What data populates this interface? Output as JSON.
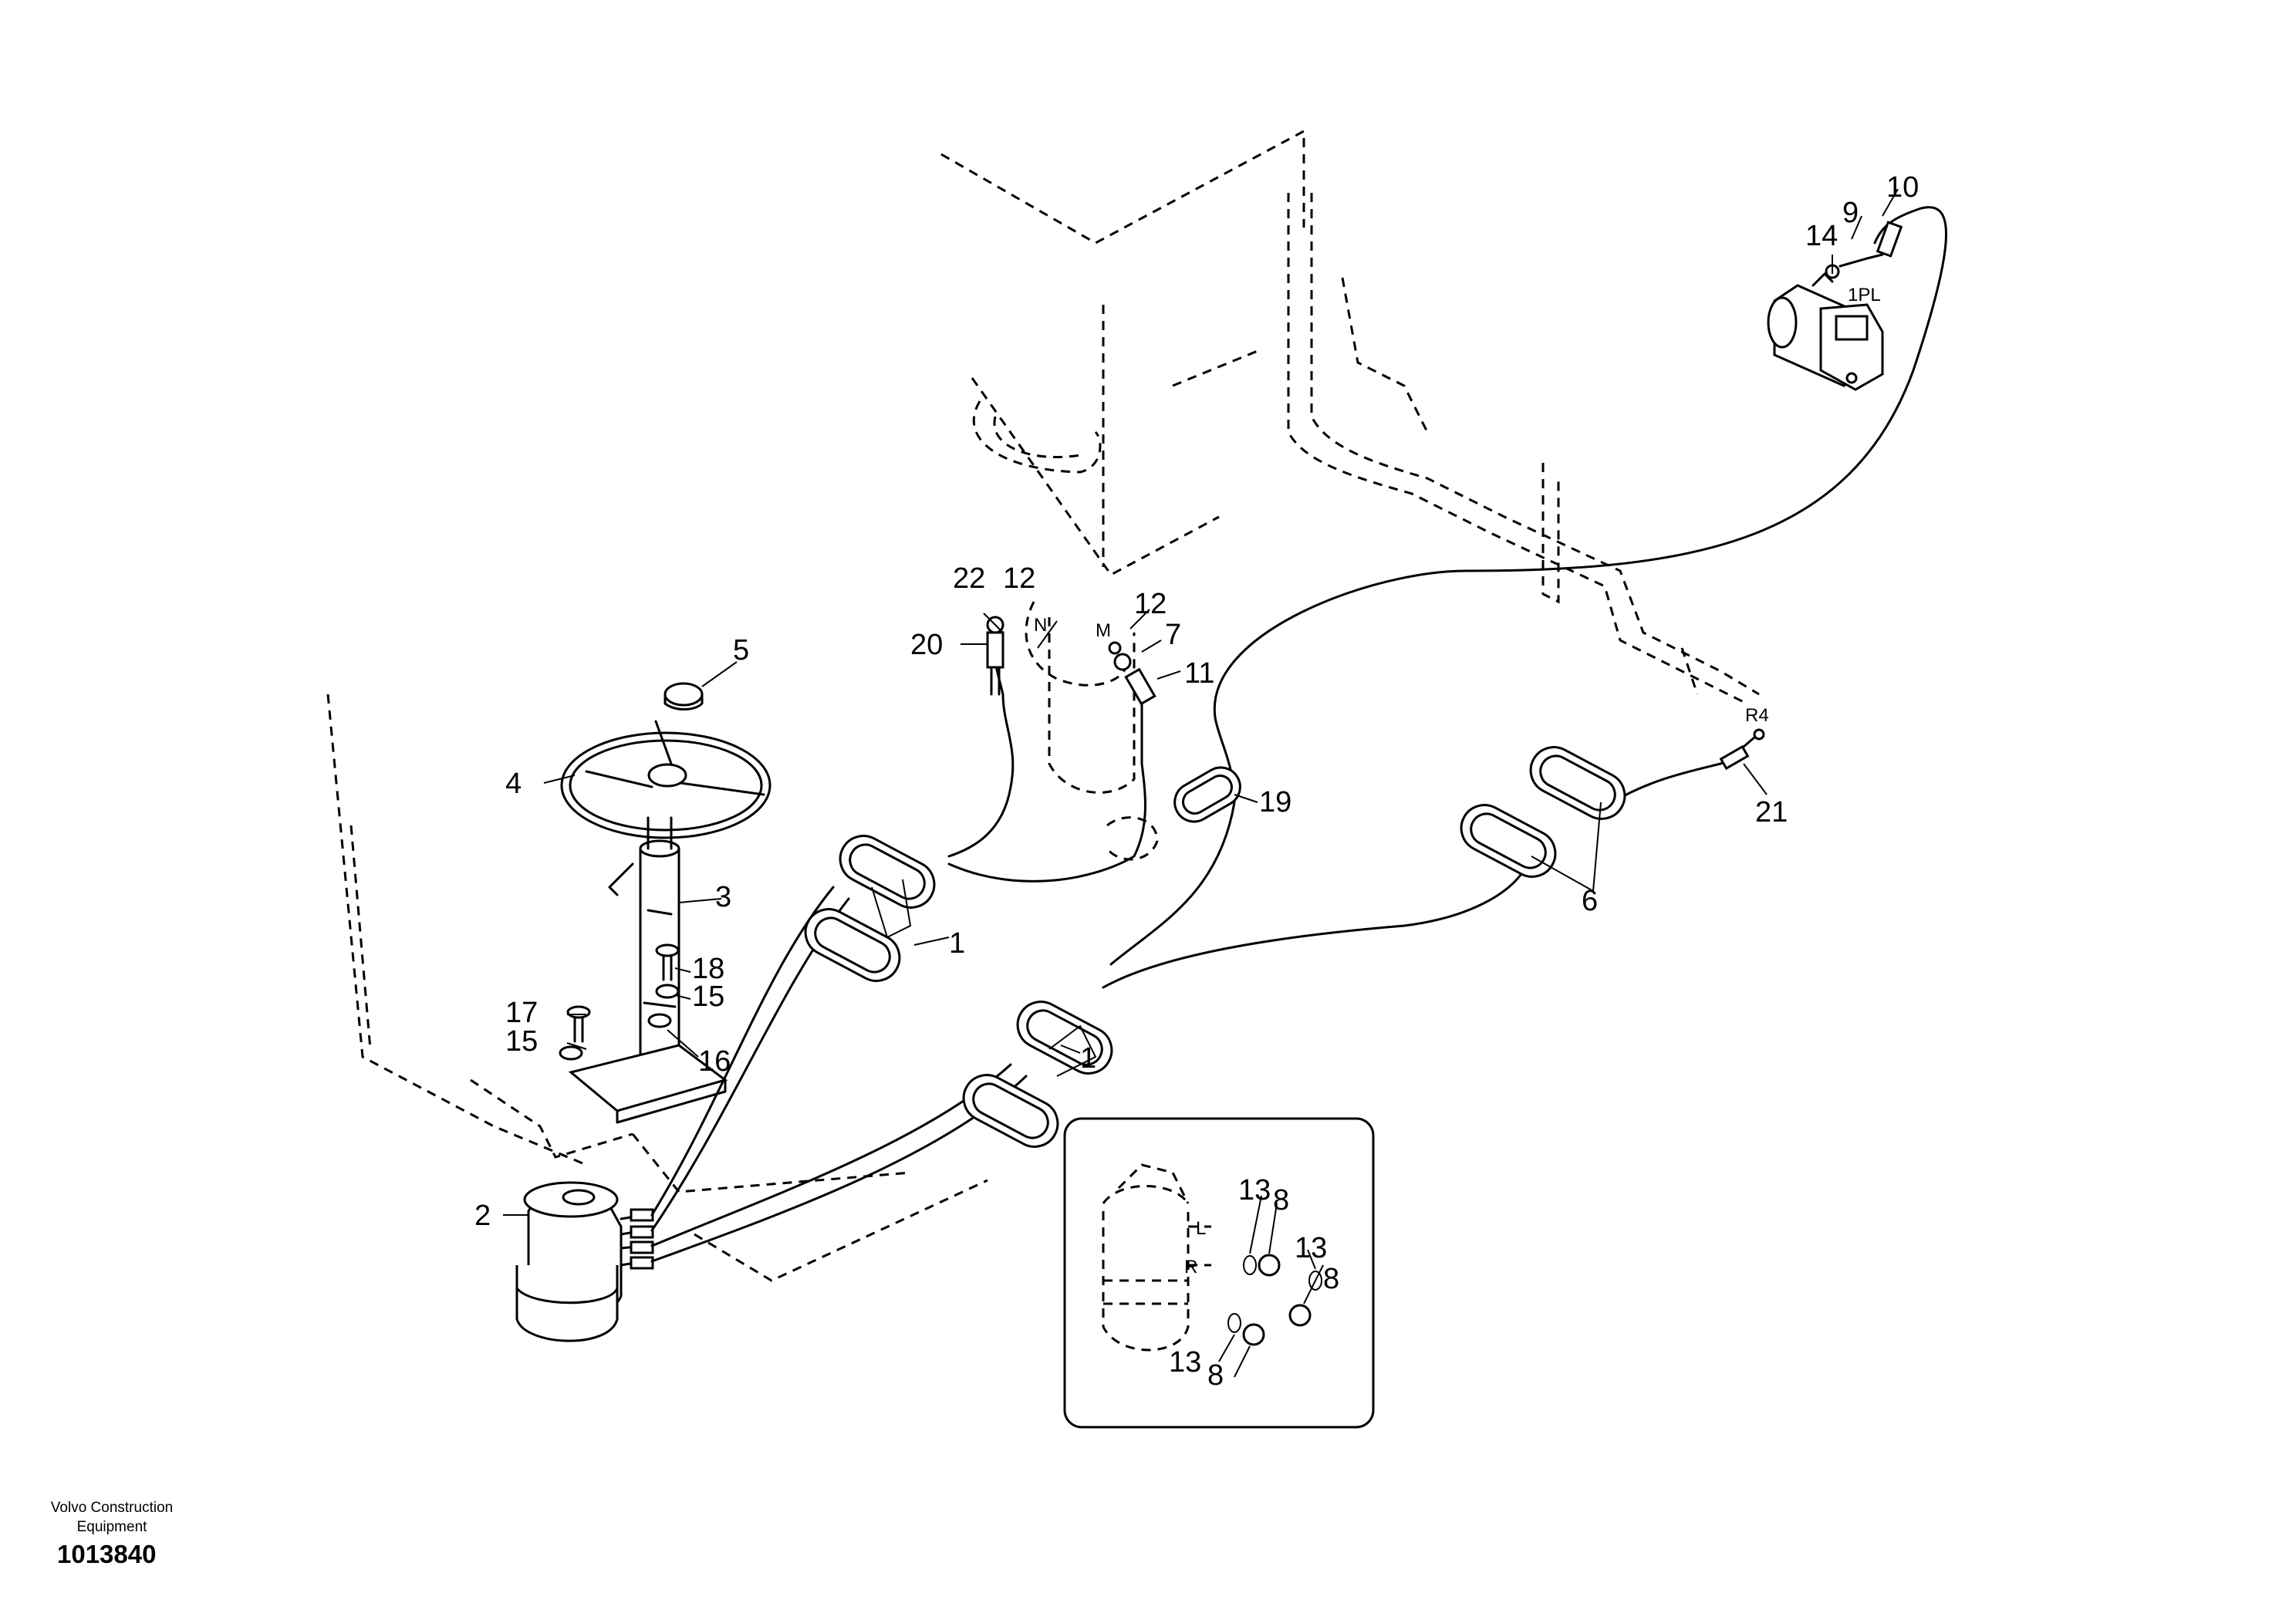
{
  "diagram": {
    "part_labels": {
      "p1a": "1",
      "p1b": "1",
      "p2": "2",
      "p3": "3",
      "p4": "4",
      "p5": "5",
      "p6": "6",
      "p7": "7",
      "p8a": "8",
      "p8b": "8",
      "p8c": "8",
      "p9": "9",
      "p10": "10",
      "p11": "11",
      "p12a": "12",
      "p12b": "12",
      "p13a": "13",
      "p13b": "13",
      "p13c": "13",
      "p14": "14",
      "p15a": "15",
      "p15b": "15",
      "p16": "16",
      "p17": "17",
      "p18": "18",
      "p19": "19",
      "p20": "20",
      "p21": "21",
      "p22": "22"
    },
    "port_labels": {
      "onepl": "1PL",
      "r4": "R4",
      "n": "N",
      "m": "M",
      "l": "L",
      "r": "R"
    }
  },
  "footer": {
    "company_line1": "Volvo Construction",
    "company_line2": "Equipment",
    "drawing_number": "1013840"
  }
}
